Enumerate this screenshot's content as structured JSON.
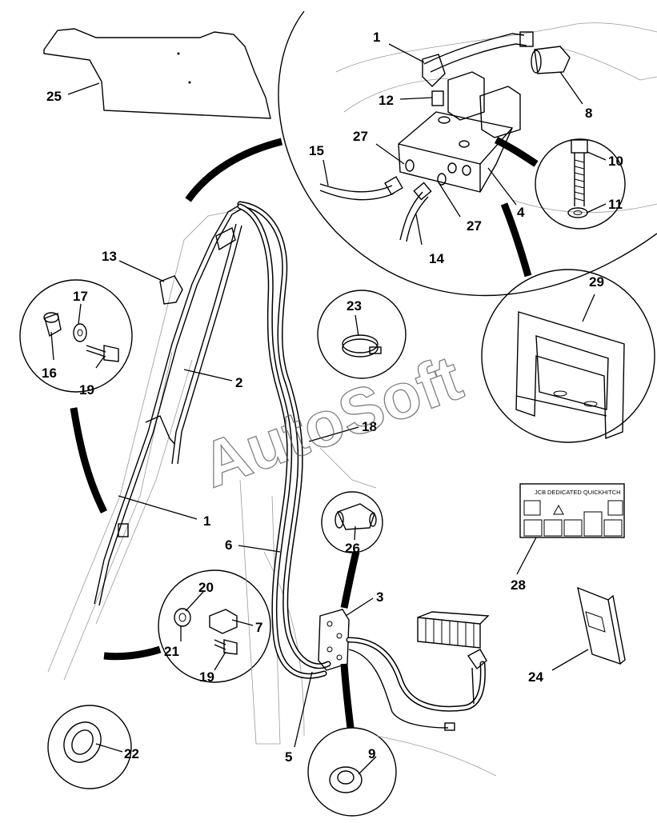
{
  "diagram": {
    "watermark": "AutoSoft",
    "callouts": [
      "25",
      "1",
      "12",
      "8",
      "27",
      "15",
      "10",
      "11",
      "4",
      "27",
      "14",
      "13",
      "17",
      "16",
      "19",
      "2",
      "23",
      "29",
      "18",
      "1",
      "6",
      "26",
      "28",
      "3",
      "20",
      "7",
      "21",
      "19",
      "24",
      "5",
      "22",
      "9"
    ],
    "decal_title": "DEDICATED QUICKHITCH",
    "decal_logo": "JCB"
  }
}
